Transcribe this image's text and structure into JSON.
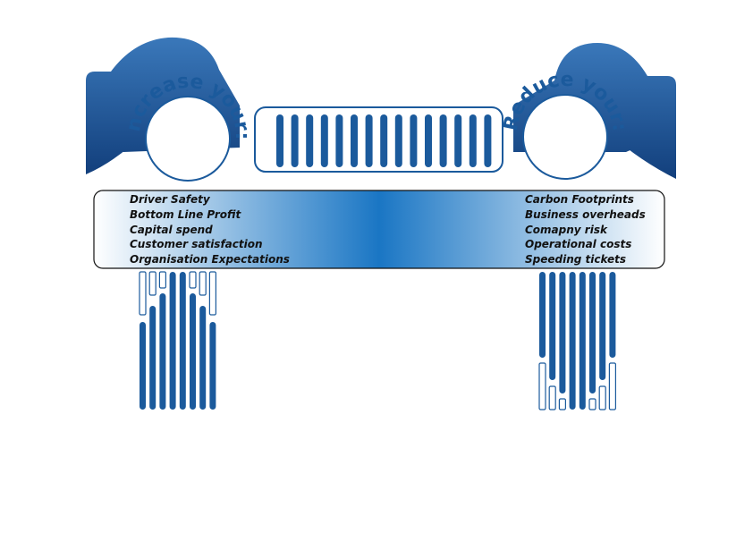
{
  "left_heading": "Increase your:",
  "right_heading": "Reduce your:",
  "increase_items": [
    "Driver Safety",
    "Bottom Line Profit",
    "Capital spend",
    "Customer satisfaction",
    "Organisation Expectations"
  ],
  "reduce_items": [
    "Carbon Footprints",
    "Business overheads",
    "Comapny risk",
    "Operational costs",
    "Speeding tickets"
  ],
  "colors": {
    "primary": "#1b5a9c",
    "dark": "#123f7c",
    "band_center": "#1a76c4",
    "band_edge": "#ffffff"
  }
}
